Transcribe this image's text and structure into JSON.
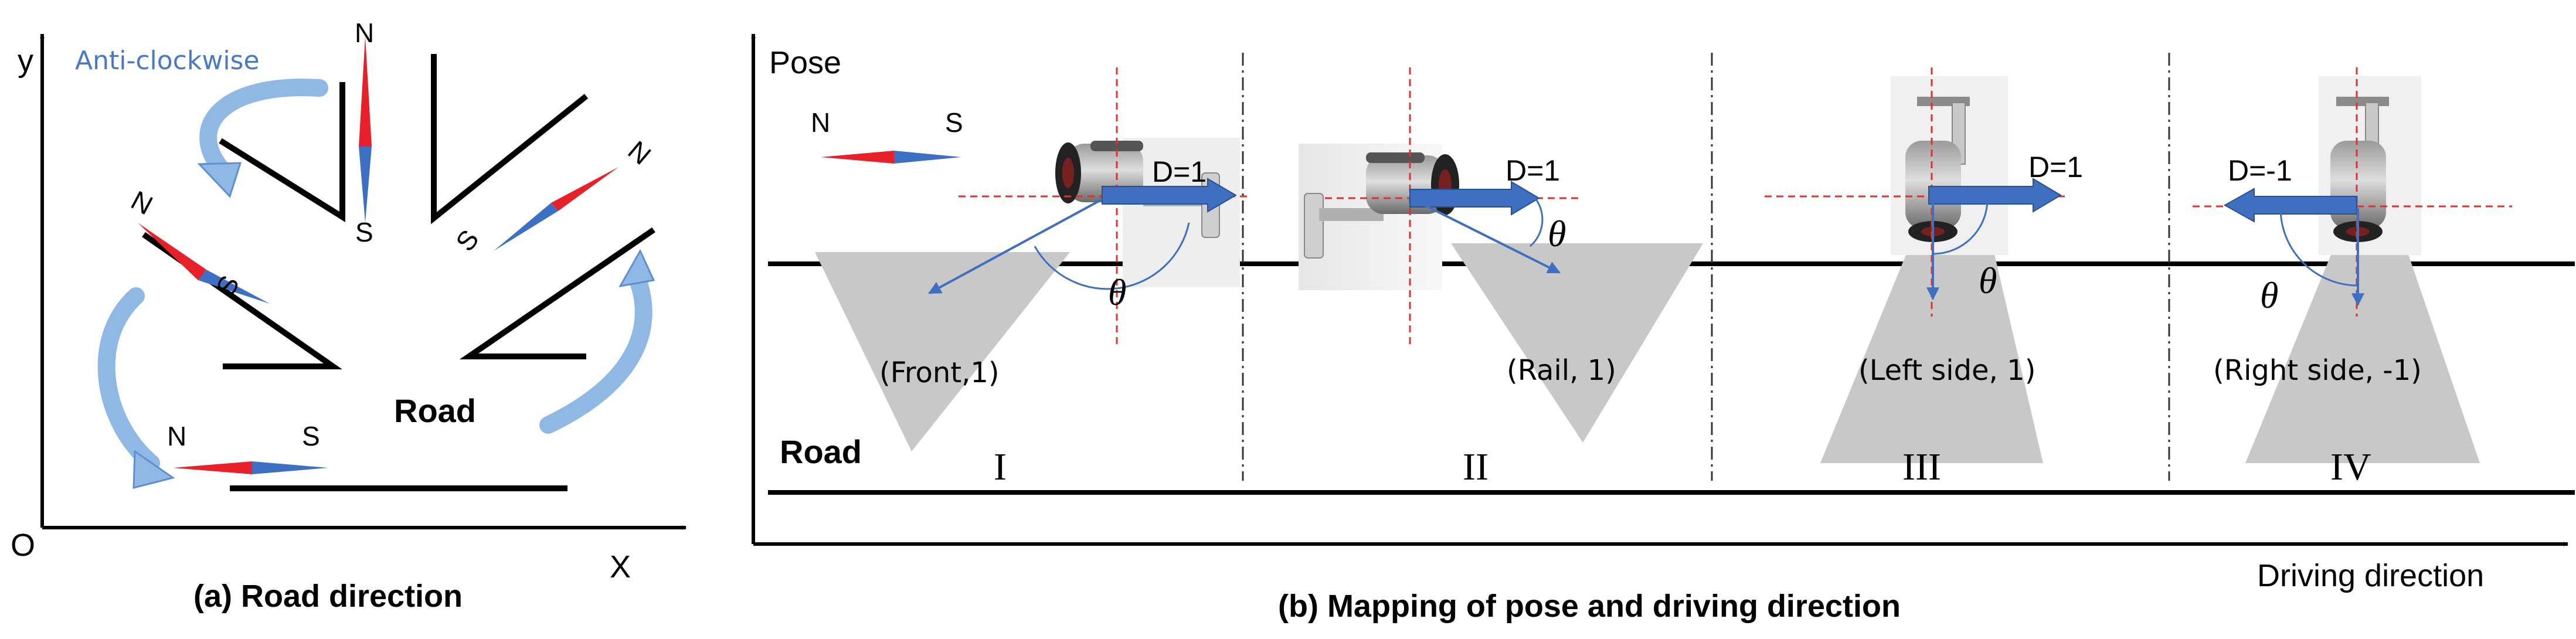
{
  "panel_a": {
    "axis_y": "y",
    "axis_x": "X",
    "origin": "O",
    "rotation_label": "Anti-clockwise",
    "compass_n": "N",
    "compass_s": "S",
    "road_label": "Road",
    "caption": "(a)  Road direction"
  },
  "panel_b": {
    "axis_y": "Pose",
    "axis_x": "Driving direction",
    "legend_n": "N",
    "legend_s": "S",
    "road_label": "Road",
    "theta": "θ",
    "caption": "(b)  Mapping of pose and driving direction",
    "cases": [
      {
        "numeral": "I",
        "d_label": "D=1",
        "pose_label": "(Front,1)"
      },
      {
        "numeral": "II",
        "d_label": "D=1",
        "pose_label": "(Rail, 1)"
      },
      {
        "numeral": "III",
        "d_label": "D=1",
        "pose_label": "(Left side, 1)"
      },
      {
        "numeral": "IV",
        "d_label": "D=-1",
        "pose_label": "(Right side, -1)"
      }
    ]
  },
  "colors": {
    "north": "#e8202a",
    "south": "#3d6fc4",
    "arrow_blue": "#3f6fc0",
    "curve_blue": "#8fb8e4",
    "anticlockwise_text": "#4a78c8",
    "fov_gray": "#c8c8c8",
    "guide_red": "#e03030"
  },
  "icons": [
    "camera-icon",
    "compass-needle-icon",
    "curved-arrow-icon"
  ]
}
